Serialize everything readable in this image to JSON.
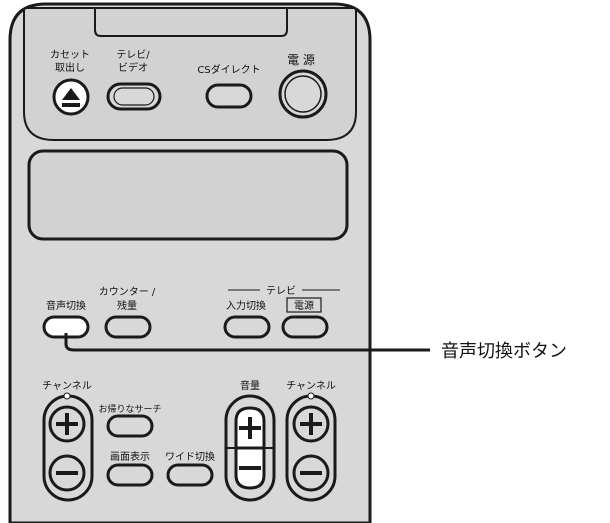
{
  "remote": {
    "top_panel": {
      "cassette_eject_label_line1": "カセット",
      "cassette_eject_label_line2": "取出し",
      "tv_video_label_line1": "テレビ/",
      "tv_video_label_line2": "ビデオ",
      "cs_direct_label": "CSダイレクト",
      "power_label": "電 源"
    },
    "middle": {
      "counter_label": "カウンター /",
      "remaining_label": "残量",
      "audio_switch_label": "音声切換",
      "tv_group_label": "テレビ",
      "input_switch_label": "入力切換",
      "tv_power_label": "電源"
    },
    "bottom": {
      "channel_left_label": "チャンネル",
      "favorites_label": "お帰りなサーチ",
      "display_label": "画面表示",
      "wide_label": "ワイド切換",
      "volume_label": "音量",
      "channel_right_label": "チャンネル"
    }
  },
  "callout": {
    "audio_switch_button": "音声切換ボタン"
  },
  "colors": {
    "body": "#d8d8d8",
    "outline": "#1a1a1a",
    "highlight_button": "#ffffff"
  }
}
